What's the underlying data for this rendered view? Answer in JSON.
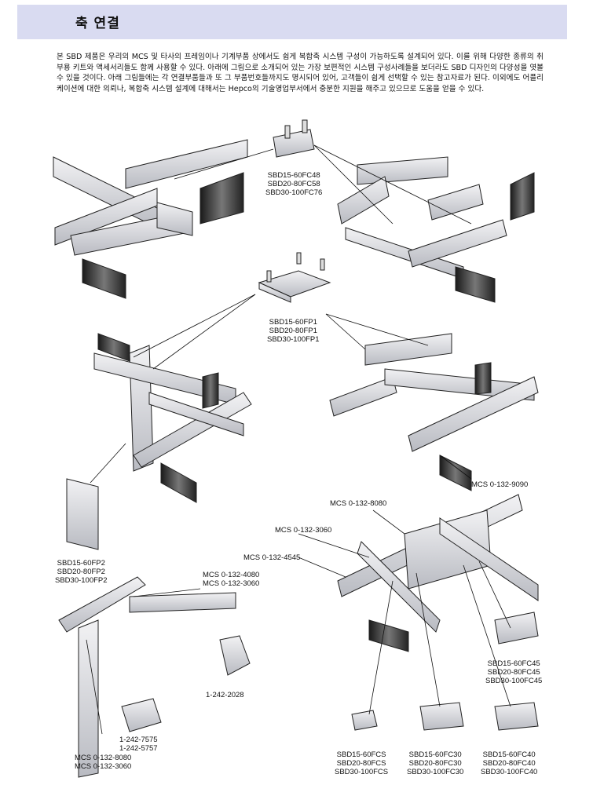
{
  "header": {
    "title": "축 연결"
  },
  "intro": "본 SBD 제품은 우리의 MCS 및 타사의 프레임이나 기계부품 상에서도 쉽게 복합축 시스템 구성이 가능하도록 설계되어 있다. 이를 위해 다양한 종류의 취부용 키트와 액세서리들도 함께 사용할 수 있다. 아래에 그림으로 소개되어 있는 가장 보편적인 시스템 구성사례들을 보더라도 SBD 디자인의 다양성을 엿볼 수 있을 것이다. 아래 그림들에는 각 연결부품들과 또 그 부품번호들까지도 명시되어 있어, 고객들이 쉽게 선택할 수 있는 참고자료가 된다. 이외에도 어플리케이션에 대한 의뢰나, 복합축 시스템 설계에 대해서는 Hepco의 기술영업부서에서 충분한 지원을 해주고 있으므로 도움을 얻을 수 있다.",
  "labels": {
    "fc48": [
      "SBD15-60FC48",
      "SBD20-80FC58",
      "SBD30-100FC76"
    ],
    "fp1": [
      "SBD15-60FP1",
      "SBD20-80FP1",
      "SBD30-100FP1"
    ],
    "fp2": [
      "SBD15-60FP2",
      "SBD20-80FP2",
      "SBD30-100FP2"
    ],
    "mcs9090": [
      "MCS 0-132-9090"
    ],
    "mcs8080a": [
      "MCS 0-132-8080"
    ],
    "mcs3060a": [
      "MCS 0-132-3060"
    ],
    "mcs4545": [
      "MCS 0-132-4545"
    ],
    "mcs4080": [
      "MCS 0-132-4080",
      "MCS 0-132-3060"
    ],
    "p2028": [
      "1-242-2028"
    ],
    "p7575": [
      "1-242-7575",
      "1-242-5757"
    ],
    "mcs8080b": [
      "MCS 0-132-8080",
      "MCS 0-132-3060"
    ],
    "fc45": [
      "SBD15-60FC45",
      "SBD20-80FC45",
      "SBD30-100FC45"
    ],
    "fcs": [
      "SBD15-60FCS",
      "SBD20-80FCS",
      "SBD30-100FCS"
    ],
    "fc30": [
      "SBD15-60FC30",
      "SBD20-80FC30",
      "SBD30-100FC30"
    ],
    "fc40": [
      "SBD15-60FC40",
      "SBD20-80FC40",
      "SBD30-100FC40"
    ]
  }
}
